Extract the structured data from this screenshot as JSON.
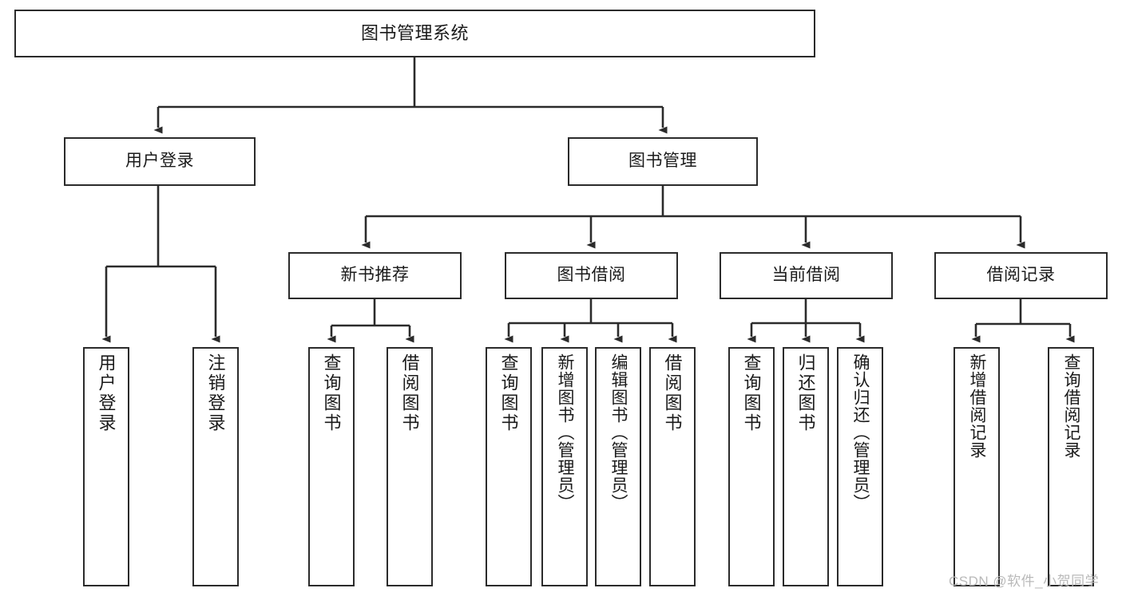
{
  "diagram": {
    "title": "图书管理系统",
    "type": "tree",
    "watermark": "CSDN @软件_小贺同学",
    "colors": {
      "background": "#ffffff",
      "border": "#2b2b2b",
      "connector": "#2b2b2b",
      "text": "#1a1a1a",
      "watermark": "#b9b9b9"
    },
    "nodes": {
      "root": {
        "label": "图书管理系统"
      },
      "level1": [
        {
          "id": "user-login",
          "label": "用户登录"
        },
        {
          "id": "book-manage",
          "label": "图书管理"
        }
      ],
      "level2": [
        {
          "id": "new-book-rec",
          "label": "新书推荐"
        },
        {
          "id": "book-borrow",
          "label": "图书借阅"
        },
        {
          "id": "current-borrow",
          "label": "当前借阅"
        },
        {
          "id": "borrow-record",
          "label": "借阅记录"
        }
      ],
      "leaves": {
        "user_login": [
          {
            "id": "leaf-user-login",
            "label": "用户登录"
          },
          {
            "id": "leaf-logout",
            "label": "注销登录"
          }
        ],
        "new_book_rec": [
          {
            "id": "leaf-query-book-1",
            "label": "查询图书"
          },
          {
            "id": "leaf-borrow-book-1",
            "label": "借阅图书"
          }
        ],
        "book_borrow": [
          {
            "id": "leaf-query-book-2",
            "label": "查询图书"
          },
          {
            "id": "leaf-add-book",
            "label": "新增图书（管理员）"
          },
          {
            "id": "leaf-edit-book",
            "label": "编辑图书（管理员）"
          },
          {
            "id": "leaf-borrow-book-2",
            "label": "借阅图书"
          }
        ],
        "current_borrow": [
          {
            "id": "leaf-query-book-3",
            "label": "查询图书"
          },
          {
            "id": "leaf-return-book",
            "label": "归还图书"
          },
          {
            "id": "leaf-confirm-return",
            "label": "确认归还（管理员）"
          }
        ],
        "borrow_record": [
          {
            "id": "leaf-add-record",
            "label": "新增借阅记录"
          },
          {
            "id": "leaf-query-record",
            "label": "查询借阅记录"
          }
        ]
      }
    }
  }
}
